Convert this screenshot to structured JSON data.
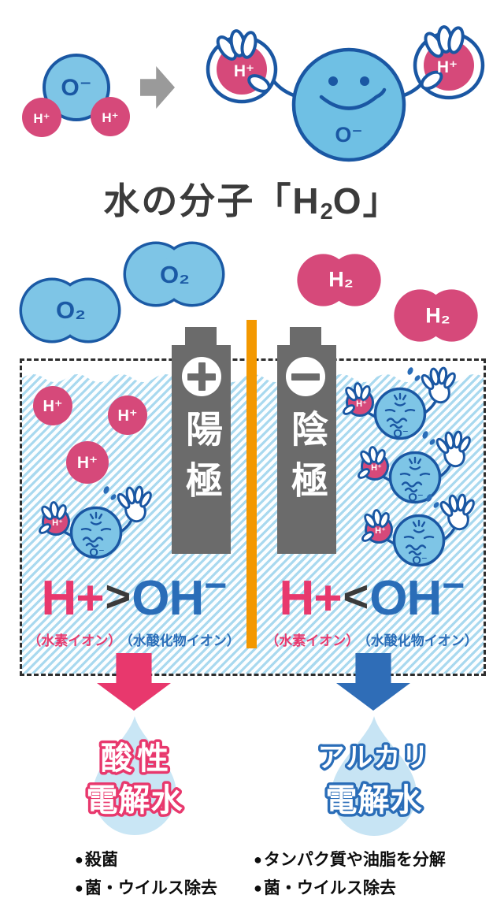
{
  "header": {
    "title": {
      "pre": "水の分子「H",
      "sub": "2",
      "post": "O」"
    },
    "small_molecule": {
      "o": "O⁻",
      "h1": "H⁺",
      "h2": "H⁺"
    },
    "big_molecule": {
      "o": "O⁻",
      "h1": "H⁺",
      "h2": "H⁺"
    }
  },
  "gases": {
    "o2_1": "O₂",
    "o2_2": "O₂",
    "h2_1": "H₂",
    "h2_2": "H₂"
  },
  "electrolysis": {
    "anode_symbol": "plus",
    "cathode_symbol": "minus",
    "anode_label": "陽極",
    "cathode_label": "陰極",
    "left_ions": {
      "i1": "H⁺",
      "i2": "H⁺",
      "i3": "H⁺"
    },
    "oh_char": {
      "o": "O⁻",
      "h": "H⁺"
    },
    "left_formula": {
      "h": "H+",
      "op": ">",
      "oh": "OH",
      "minus": "−",
      "h_note": "（水素イオン）",
      "oh_note": "（水酸化物イオン）"
    },
    "right_formula": {
      "h": "H+",
      "op": "<",
      "oh": "OH",
      "minus": "−",
      "h_note": "（水素イオン）",
      "oh_note": "（水酸化物イオン）"
    }
  },
  "results": {
    "bullet_glyph": "●",
    "acidic": {
      "drop_line1": "酸性",
      "drop_line2": "電解水",
      "bullets": [
        "殺菌",
        "菌・ウイルス除去"
      ]
    },
    "alkaline": {
      "drop_line1": "アルカリ",
      "drop_line2": "電解水",
      "bullets": [
        "タンパク質や油脂を分解",
        "菌・ウイルス除去"
      ]
    }
  },
  "colors": {
    "pink_fill": "#d6497a",
    "pink_text": "#e8386d",
    "blue_fill": "#7ec5e6",
    "navy_outline": "#1a57a3",
    "blue_text": "#2a6db8",
    "electrode_gray": "#6b6b6b",
    "divider_orange": "#f39800",
    "drop_blue": "#c9e6f5",
    "stripe_blue": "#a9d9ef",
    "title_gray": "#3b3b3b",
    "arrow_gray": "#9a9a9a",
    "arrow_blue": "#2f6db7"
  }
}
